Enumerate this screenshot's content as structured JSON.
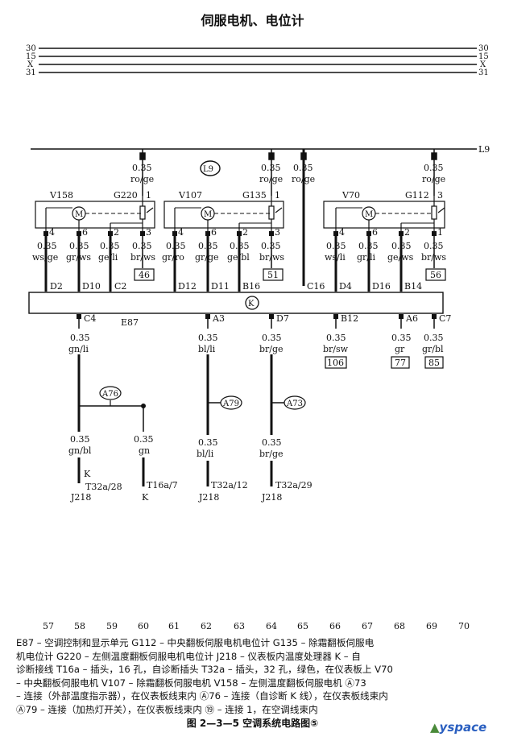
{
  "title": "伺服电机、电位计",
  "rails": [
    "30",
    "15",
    "X",
    "31"
  ],
  "rail_l9": "L9",
  "l9_marker": "L9",
  "k_marker": "K",
  "top_wires": [
    {
      "size": "0.35",
      "color": "ro/ge"
    },
    {
      "size": "0.35",
      "color": "ro/ge"
    },
    {
      "size": "0.35",
      "color": "ro/ge"
    },
    {
      "size": "0.35",
      "color": "ro/ge"
    }
  ],
  "units": [
    {
      "motor": "V158",
      "pot": "G220",
      "pins": [
        "4",
        "6",
        "2",
        "3",
        "1"
      ]
    },
    {
      "motor": "V107",
      "pot": "G135",
      "pins": [
        "4",
        "6",
        "2",
        "3",
        "1"
      ]
    },
    {
      "motor": "V70",
      "pot": "G112",
      "pins": [
        "4",
        "6",
        "2",
        "1",
        "3"
      ]
    }
  ],
  "motor_symbol": "M",
  "unit_wires": [
    {
      "size": "0.35",
      "color": "ws/ge"
    },
    {
      "size": "0.35",
      "color": "gr/ws"
    },
    {
      "size": "0.35",
      "color": "ge/li"
    },
    {
      "size": "0.35",
      "color": "br/ws"
    },
    {
      "size": "0.35",
      "color": "gr/ro"
    },
    {
      "size": "0.35",
      "color": "gr/ge"
    },
    {
      "size": "0.35",
      "color": "ge/bl"
    },
    {
      "size": "0.35",
      "color": "br/ws"
    },
    {
      "size": "0.35",
      "color": "ws/li"
    },
    {
      "size": "0.35",
      "color": "gr/li"
    },
    {
      "size": "0.35",
      "color": "ge/ws"
    },
    {
      "size": "0.35",
      "color": "br/ws"
    }
  ],
  "boxed_refs": [
    "46",
    "51",
    "56"
  ],
  "e87_top_pins": [
    "D2",
    "D10",
    "C2",
    "D12",
    "D11",
    "B16",
    "C16",
    "D4",
    "D16",
    "B14"
  ],
  "e87_bottom_pins": [
    "C4",
    "A3",
    "D7",
    "B12",
    "A6",
    "C7"
  ],
  "e87_label": "E87",
  "bottom_wires": [
    {
      "size": "0.35",
      "color": "gn/li"
    },
    {
      "size": "0.35",
      "color": "bl/li"
    },
    {
      "size": "0.35",
      "color": "br/ge"
    },
    {
      "size": "0.35",
      "color": "br/sw"
    },
    {
      "size": "0.35",
      "color": "gr"
    },
    {
      "size": "0.35",
      "color": "gr/bl"
    }
  ],
  "bottom_refs": [
    "106",
    "77",
    "85"
  ],
  "connectors": [
    "A76",
    "A79",
    "A73"
  ],
  "lower_wires": [
    {
      "size": "0.35",
      "color": "gn/bl"
    },
    {
      "size": "0.35",
      "color": "gn"
    },
    {
      "size": "0.35",
      "color": "bl/li"
    },
    {
      "size": "0.35",
      "color": "br/ge"
    }
  ],
  "terminals": [
    {
      "pin": "T32a/28",
      "component": "J218",
      "extra": "K"
    },
    {
      "pin": "T16a/7",
      "component": "K",
      "extra": ""
    },
    {
      "pin": "T32a/12",
      "component": "J218",
      "extra": ""
    },
    {
      "pin": "T32a/29",
      "component": "J218",
      "extra": ""
    }
  ],
  "scale": [
    "57",
    "58",
    "59",
    "60",
    "61",
    "62",
    "63",
    "64",
    "65",
    "66",
    "67",
    "68",
    "69",
    "70"
  ],
  "legend": [
    "E87 – 空调控制和显示单元    G112 – 中央翻板伺服电机电位计    G135 – 除霜翻板伺服电",
    "机电位计    G220 – 左侧温度翻板伺服电机电位计    J218 – 仪表板内温度处理器    K – 自",
    "诊断接线    T16a – 插头，16 孔，自诊断插头    T32a – 插头，32 孔，绿色，在仪表板上    V70",
    "– 中央翻板伺服电机    V107 – 除霜翻板伺服电机    V158 – 左侧温度翻板伺服电机  Ⓐ73",
    "– 连接（外部温度指示器），在仪表板线束内    Ⓐ76 – 连接（自诊断 K 线），在仪表板线束内",
    "Ⓐ79 – 连接（加热灯开关），在仪表板线束内    ⑲ – 连接 1，在空调线束内"
  ],
  "caption": "图 2—3—5    空调系统电路图⑤",
  "logo_text": "yspace"
}
